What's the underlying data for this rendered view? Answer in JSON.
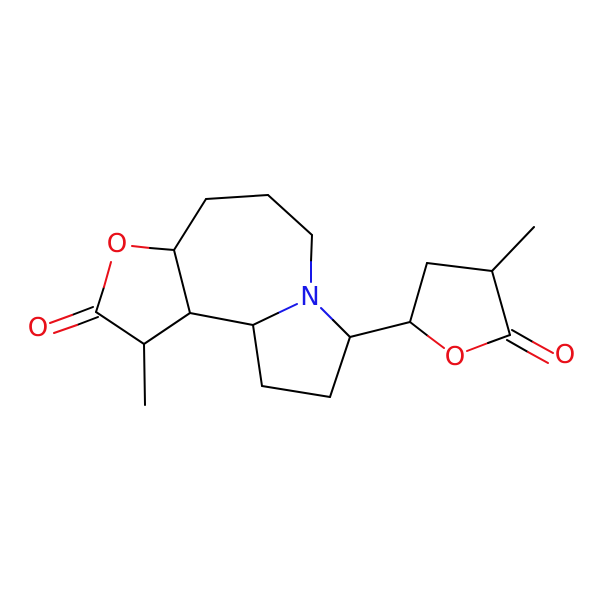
{
  "molecule": {
    "colors": {
      "bond": "#000000",
      "oxygen": "#e8101a",
      "nitrogen": "#1818e8",
      "background": "#ffffff"
    },
    "atoms": {
      "o_lactone_ring_left": "O",
      "o_carbonyl_left": "O",
      "n_ring": "N",
      "o_lactone_ring_right": "O",
      "o_carbonyl_right": "O"
    }
  }
}
